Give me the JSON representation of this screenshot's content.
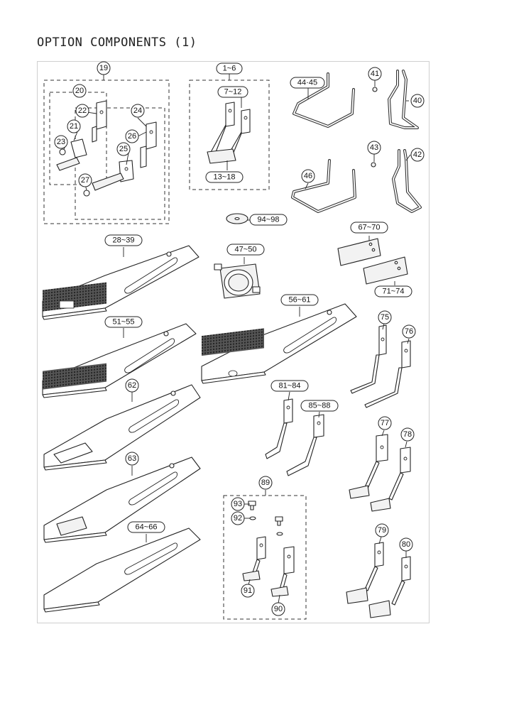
{
  "title": "OPTION COMPONENTS (1)",
  "callouts": {
    "c19": "19",
    "c20": "20",
    "c21": "21",
    "c22": "22",
    "c23": "23",
    "c24": "24",
    "c25": "25",
    "c26": "26",
    "c27": "27",
    "c1_6": "1~6",
    "c7_12": "7~12",
    "c13_18": "13~18",
    "c44_45": "44·45",
    "c41": "41",
    "c40": "40",
    "c43": "43",
    "c42": "42",
    "c46": "46",
    "c94_98": "94~98",
    "c67_70": "67~70",
    "c71_74": "71~74",
    "c47_50": "47~50",
    "c28_39": "28~39",
    "c51_55": "51~55",
    "c56_61": "56~61",
    "c75": "75",
    "c76": "76",
    "c62": "62",
    "c81_84": "81~84",
    "c85_88": "85~88",
    "c63": "63",
    "c77": "77",
    "c78": "78",
    "c89": "89",
    "c93": "93",
    "c92": "92",
    "c64_66": "64~66",
    "c79": "79",
    "c80": "80",
    "c91": "91",
    "c90": "90"
  }
}
